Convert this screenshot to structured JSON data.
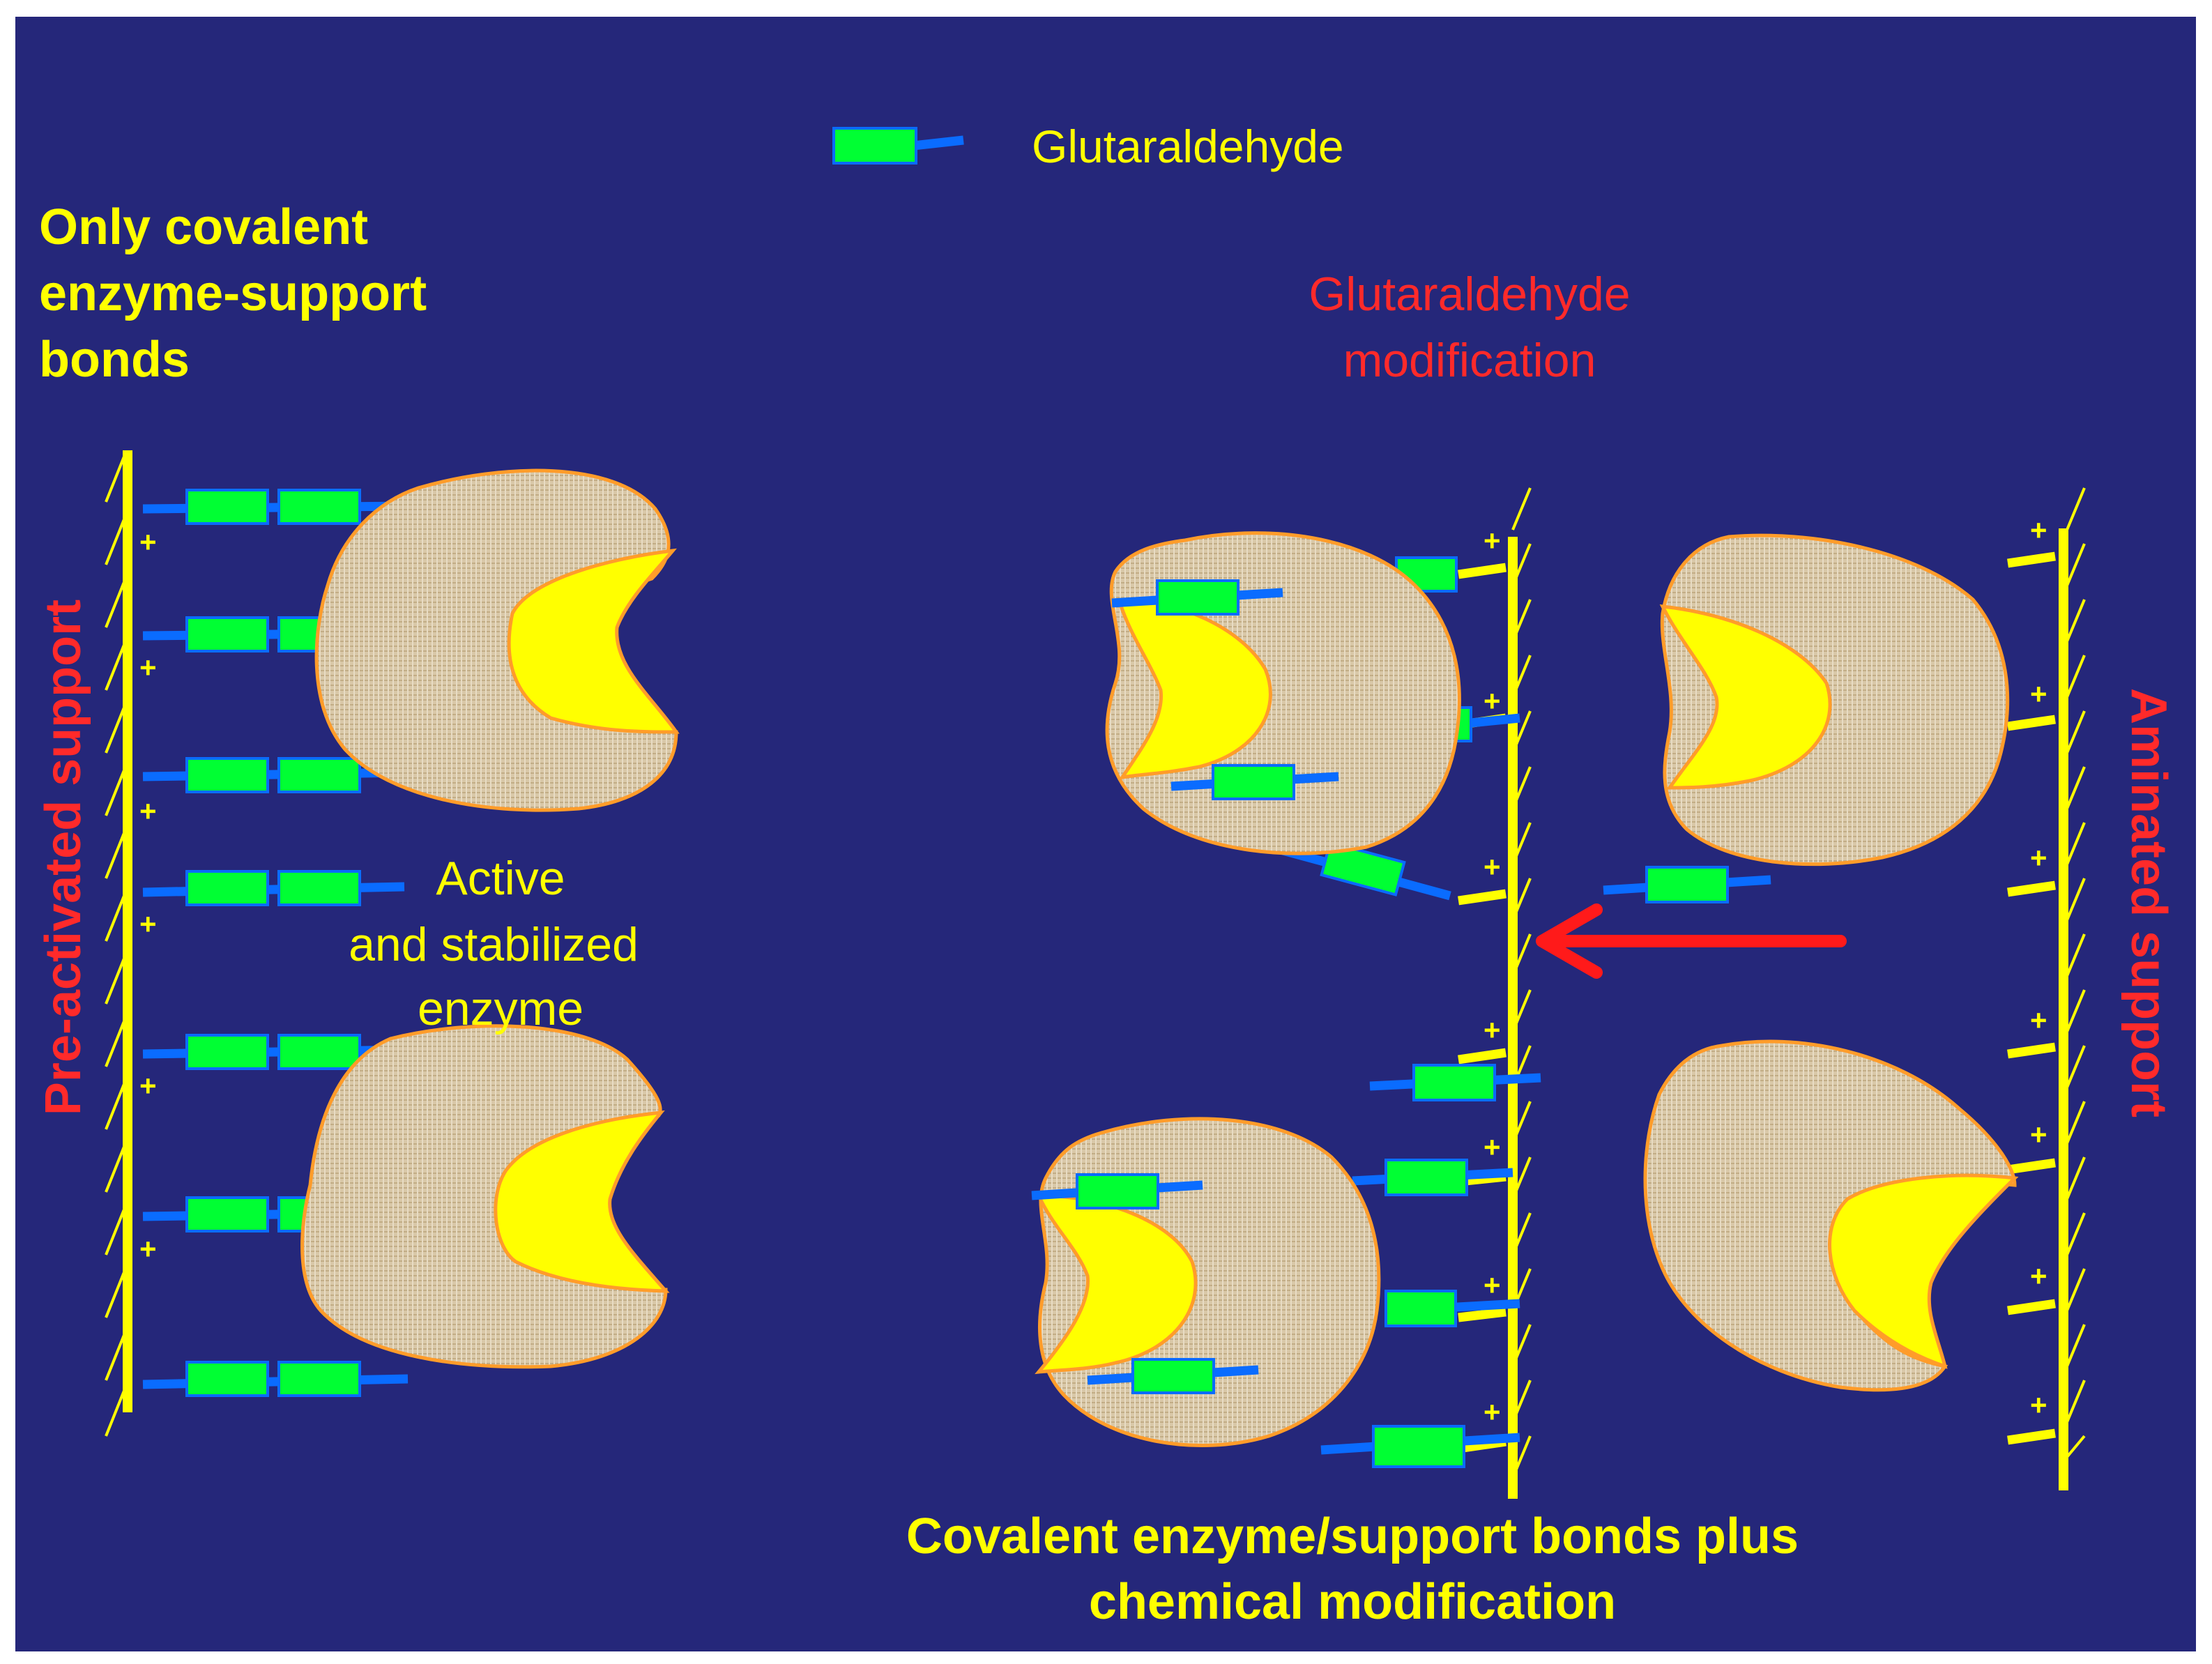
{
  "legend": {
    "label": "Glutaraldehyde"
  },
  "left_title": {
    "lines": [
      "Only covalent",
      "enzyme-support",
      "bonds"
    ]
  },
  "pre_activated_label": "Pre-activated support",
  "aminated_label": "Aminated support",
  "glut_mod_label": {
    "lines": [
      "Glutaraldehyde",
      "modification"
    ]
  },
  "active_label": {
    "lines": [
      "Active",
      "and stabilized",
      "enzyme"
    ]
  },
  "bottom_title": {
    "lines": [
      "Covalent enzyme/support bonds plus",
      "chemical modification"
    ]
  },
  "charge_symbol": "+",
  "colors": {
    "background": "#25277a",
    "yellow": "#ffff00",
    "red": "#ff2a2a",
    "green": "#00ff33",
    "blue": "#0a6cff",
    "enzyme_fill": "#d8c7a6",
    "enzyme_edge": "#ff9c2a"
  }
}
